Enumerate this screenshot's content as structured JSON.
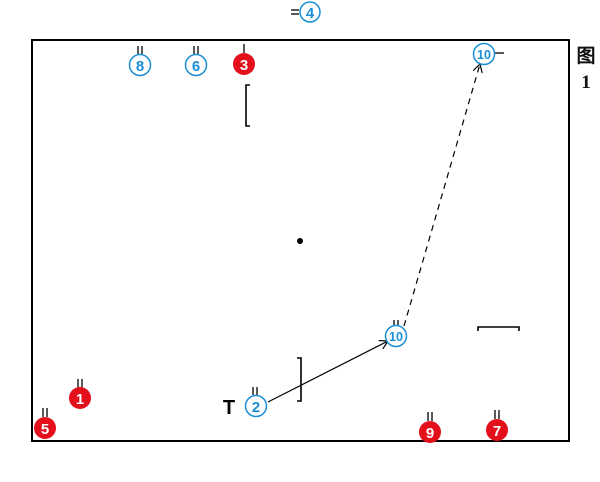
{
  "figure": {
    "label_char": "图",
    "label_num": "1"
  },
  "colors": {
    "team_blue": "#1a8fd6",
    "team_red": "#e3101b",
    "line": "#000000"
  },
  "players": [
    {
      "id": "blue-4",
      "team": "blue",
      "number": "4"
    },
    {
      "id": "blue-8",
      "team": "blue",
      "number": "8"
    },
    {
      "id": "blue-6",
      "team": "blue",
      "number": "6"
    },
    {
      "id": "red-3",
      "team": "red",
      "number": "3"
    },
    {
      "id": "blue-10-top",
      "team": "blue",
      "number": "10"
    },
    {
      "id": "blue-10-mid",
      "team": "blue",
      "number": "10"
    },
    {
      "id": "blue-2",
      "team": "blue",
      "number": "2"
    },
    {
      "id": "red-1",
      "team": "red",
      "number": "1"
    },
    {
      "id": "red-5",
      "team": "red",
      "number": "5"
    },
    {
      "id": "red-9",
      "team": "red",
      "number": "9"
    },
    {
      "id": "red-7",
      "team": "red",
      "number": "7"
    }
  ],
  "ball_marker": "T"
}
